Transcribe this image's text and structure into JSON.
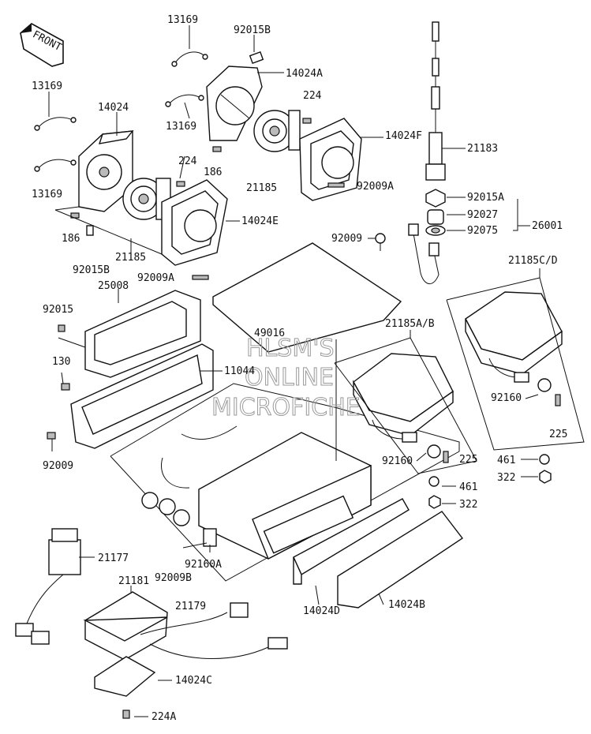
{
  "front_badge": "FRONT",
  "watermark": [
    "HLSM'S",
    "ONLINE",
    "MICROFICHE"
  ],
  "labels": {
    "p13169_a": "13169",
    "p92015B_a": "92015B",
    "p14024A": "14024A",
    "p224_a": "224",
    "p13169_b": "13169",
    "p14024": "14024",
    "p13169_c": "13169",
    "p186_a": "186",
    "p21185_a": "21185",
    "p14024F": "14024F",
    "p21183": "21183",
    "p224_b": "224",
    "p13169_d": "13169",
    "p92009A_a": "92009A",
    "p92015A": "92015A",
    "p92027": "92027",
    "p92075": "92075",
    "p26001": "26001",
    "p14024E": "14024E",
    "p186_b": "186",
    "p92009_a": "92009",
    "p92015B_b": "92015B",
    "p21185_b": "21185",
    "p92009A_b": "92009A",
    "p21185CD": "21185C/D",
    "p25008": "25008",
    "p92015": "92015",
    "p49016": "49016",
    "p21185AB": "21185A/B",
    "p130": "130",
    "p11044": "11044",
    "p92160_a": "92160",
    "p225_a": "225",
    "p92009_b": "92009",
    "p92160_b": "92160",
    "p225_b": "225",
    "p461_a": "461",
    "p461_b": "461",
    "p322_a": "322",
    "p322_b": "322",
    "p21177": "21177",
    "p92160A": "92160A",
    "p92009B": "92009B",
    "p21181": "21181",
    "p21179": "21179",
    "p14024D": "14024D",
    "p14024B": "14024B",
    "p14024C": "14024C",
    "p224A": "224A"
  }
}
